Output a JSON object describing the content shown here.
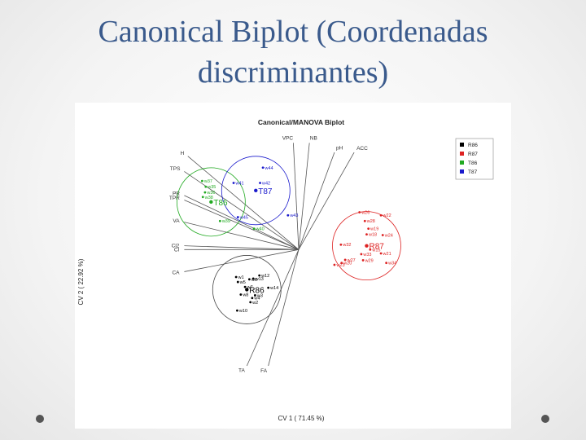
{
  "slide": {
    "title_line1": "Canonical Biplot (Coordenadas",
    "title_line2": "discriminantes)"
  },
  "colors": {
    "R86": "#000000",
    "R87": "#dd2222",
    "T86": "#22aa22",
    "T87": "#1a1acc",
    "vector": "#555555"
  },
  "chart_data": {
    "type": "scatter",
    "title": "Canonical/MANOVA Biplot",
    "xlabel": "CV 1 ( 71.45 %)",
    "ylabel": "CV 2 ( 22.92 %)",
    "legend_position": "top-right",
    "legend": [
      "R86",
      "R87",
      "T86",
      "T87"
    ],
    "groups": [
      {
        "name": "R86",
        "color": "#000000",
        "centroid": [
          -1.45,
          -1.05
        ],
        "points": [
          {
            "label": "w1",
            "x": -1.75,
            "y": -0.72
          },
          {
            "label": "w5",
            "x": -1.7,
            "y": -0.85
          },
          {
            "label": "w7",
            "x": -1.5,
            "y": -0.98
          },
          {
            "label": "w8",
            "x": -1.62,
            "y": -1.18
          },
          {
            "label": "w2",
            "x": -1.35,
            "y": -1.38
          },
          {
            "label": "w10",
            "x": -1.72,
            "y": -1.6
          },
          {
            "label": "w3",
            "x": -1.22,
            "y": -1.2
          },
          {
            "label": "w4",
            "x": -1.3,
            "y": -1.27
          },
          {
            "label": "w6",
            "x": -1.38,
            "y": -0.78
          },
          {
            "label": "w13",
            "x": -1.27,
            "y": -0.76
          },
          {
            "label": "w12",
            "x": -1.1,
            "y": -0.68
          },
          {
            "label": "w14",
            "x": -0.85,
            "y": -1.0
          }
        ]
      },
      {
        "name": "R87",
        "color": "#dd2222",
        "centroid": [
          1.9,
          0.1
        ],
        "points": [
          {
            "label": "w26",
            "x": 1.7,
            "y": 0.98
          },
          {
            "label": "w22",
            "x": 2.3,
            "y": 0.9
          },
          {
            "label": "w28",
            "x": 1.85,
            "y": 0.75
          },
          {
            "label": "w19",
            "x": 1.95,
            "y": 0.55
          },
          {
            "label": "w24",
            "x": 2.35,
            "y": 0.38
          },
          {
            "label": "w18",
            "x": 1.9,
            "y": 0.4
          },
          {
            "label": "w32",
            "x": 1.18,
            "y": 0.13
          },
          {
            "label": "w15",
            "x": 2.0,
            "y": 0.0
          },
          {
            "label": "w33",
            "x": 1.75,
            "y": -0.12
          },
          {
            "label": "w21",
            "x": 2.3,
            "y": -0.1
          },
          {
            "label": "w27",
            "x": 1.3,
            "y": -0.27
          },
          {
            "label": "w23",
            "x": 1.0,
            "y": -0.4
          },
          {
            "label": "w34",
            "x": 2.45,
            "y": -0.35
          },
          {
            "label": "w29",
            "x": 1.8,
            "y": -0.28
          },
          {
            "label": "w20",
            "x": 1.2,
            "y": -0.35
          }
        ]
      },
      {
        "name": "T86",
        "color": "#22aa22",
        "centroid": [
          -2.45,
          1.25
        ],
        "points": [
          {
            "label": "w37",
            "x": -2.7,
            "y": 1.8
          },
          {
            "label": "w35",
            "x": -2.6,
            "y": 1.65
          },
          {
            "label": "w36",
            "x": -2.62,
            "y": 1.5
          },
          {
            "label": "w38",
            "x": -2.68,
            "y": 1.38
          },
          {
            "label": "w39",
            "x": -2.2,
            "y": 0.75
          },
          {
            "label": "w40",
            "x": -1.25,
            "y": 0.55
          }
        ]
      },
      {
        "name": "T87",
        "color": "#1a1acc",
        "centroid": [
          -1.2,
          1.55
        ],
        "points": [
          {
            "label": "w44",
            "x": -1.0,
            "y": 2.15
          },
          {
            "label": "w41",
            "x": -1.82,
            "y": 1.75
          },
          {
            "label": "w42",
            "x": -1.08,
            "y": 1.75
          },
          {
            "label": "w45",
            "x": -1.7,
            "y": 0.85
          },
          {
            "label": "w43",
            "x": -0.3,
            "y": 0.9
          }
        ]
      }
    ],
    "vectors": [
      {
        "label": "H",
        "x": -3.1,
        "y": 2.45
      },
      {
        "label": "TPS",
        "x": -3.2,
        "y": 2.05
      },
      {
        "label": "PR",
        "x": -3.2,
        "y": 1.42
      },
      {
        "label": "TPR",
        "x": -3.2,
        "y": 1.3
      },
      {
        "label": "VA",
        "x": -3.2,
        "y": 0.72
      },
      {
        "label": "Cl2",
        "x": -3.2,
        "y": 0.1
      },
      {
        "label": "CI",
        "x": -3.2,
        "y": 0.0
      },
      {
        "label": "CA",
        "x": -3.2,
        "y": -0.58
      },
      {
        "label": "TA",
        "x": -1.45,
        "y": -3.05
      },
      {
        "label": "FA",
        "x": -0.85,
        "y": -3.05
      },
      {
        "label": "VPC",
        "x": -0.15,
        "y": 2.8
      },
      {
        "label": "NB",
        "x": 0.3,
        "y": 2.8
      },
      {
        "label": "pH",
        "x": 1.0,
        "y": 2.55
      },
      {
        "label": "ACC",
        "x": 1.55,
        "y": 2.55
      }
    ],
    "xlim": [
      -3.3,
      3.3
    ],
    "ylim": [
      -3.2,
      3.0
    ],
    "grid": false
  }
}
